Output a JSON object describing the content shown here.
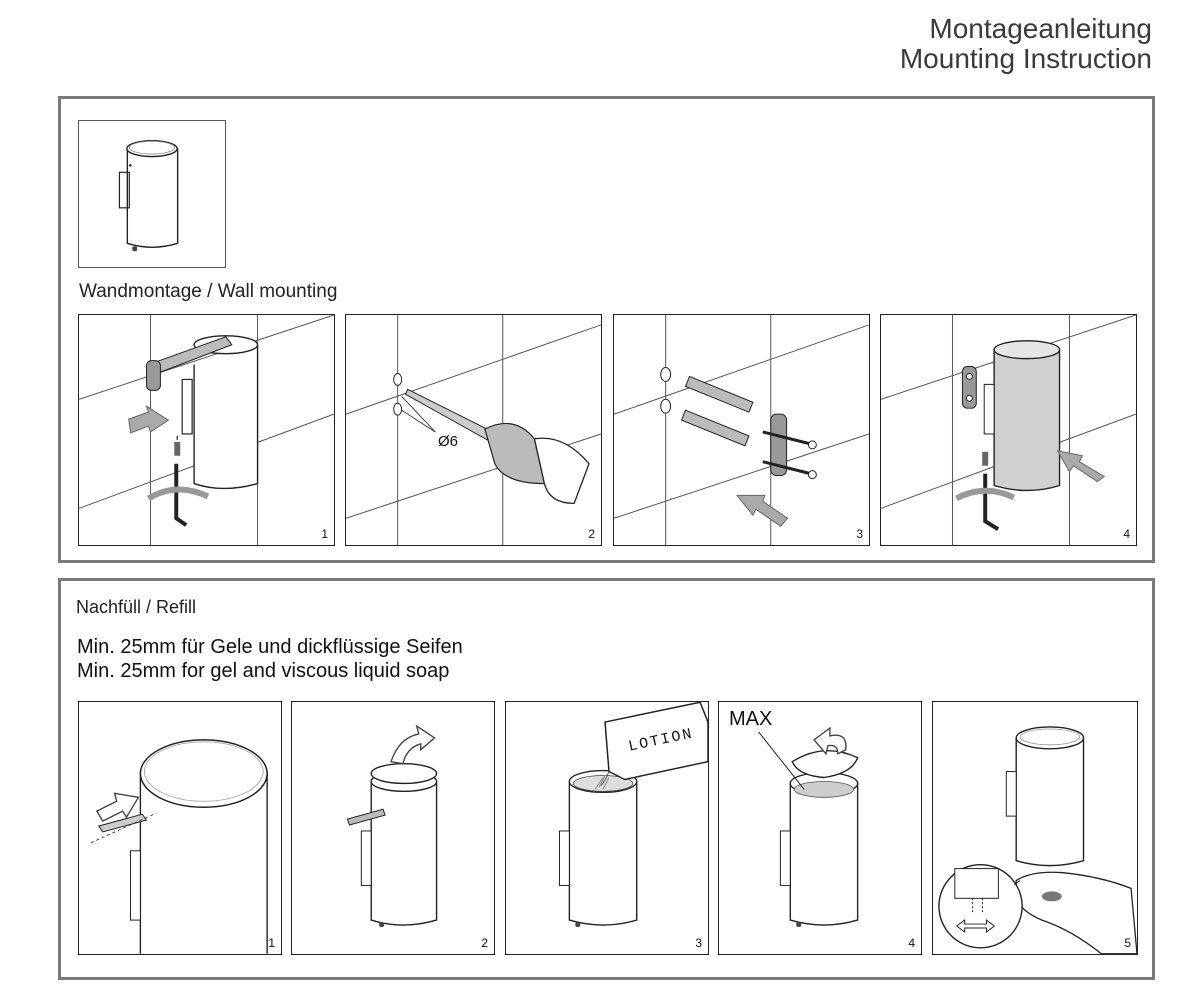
{
  "header": {
    "title_de": "Montageanleitung",
    "title_en": "Mounting Instruction"
  },
  "wall_mounting": {
    "heading": "Wandmontage / Wall mounting",
    "steps": [
      "1",
      "2",
      "3",
      "4"
    ],
    "drill_label": "Ø6"
  },
  "refill": {
    "heading": "Nachfüll / Refill",
    "note_de": "Min. 25mm für Gele und dickflüssige Seifen",
    "note_en": "Min. 25mm for gel and viscous liquid soap",
    "steps": [
      "1",
      "2",
      "3",
      "4",
      "5"
    ],
    "lotion_label": "LOTION",
    "max_label": "MAX"
  }
}
